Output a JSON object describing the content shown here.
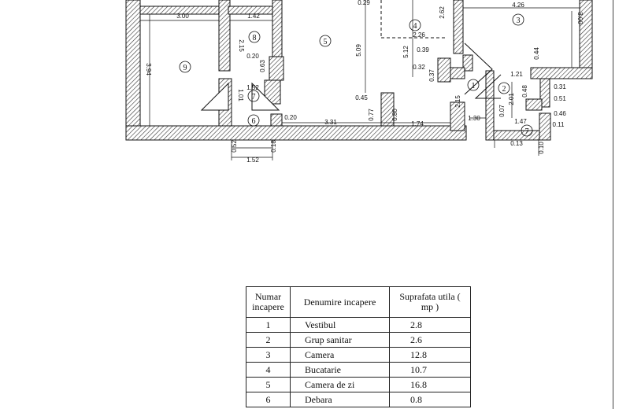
{
  "plan": {
    "rooms": [
      "1",
      "2",
      "3",
      "4",
      "5",
      "6",
      "7",
      "7",
      "8",
      "9"
    ],
    "dimensions": [
      "3.00",
      "1.42",
      "0.29",
      "2.62",
      "4.26",
      "3.00",
      "2.15",
      "0.20",
      "0.63",
      "5.09",
      "5.12",
      "2.26",
      "0.39",
      "0.32",
      "0.37",
      "0.44",
      "1.21",
      "3.94",
      "1.52",
      "1.01",
      "0.45",
      "0.77",
      "0.80",
      "2.15",
      "1.30",
      "2.01",
      "0.48",
      "0.31",
      "0.51",
      "0.46",
      "0.07",
      "1.47",
      "0.11",
      "0.20",
      "3.31",
      "1.74",
      "0.13",
      "0.10",
      "0.52",
      "0.18",
      "1.52"
    ]
  },
  "table": {
    "headers": [
      "Numar incapere",
      "Denumire incapere",
      "Suprafata utila ( mp )"
    ],
    "rows": [
      {
        "num": "1",
        "name": "Vestibul",
        "area": "2.8"
      },
      {
        "num": "2",
        "name": "Grup sanitar",
        "area": "2.6"
      },
      {
        "num": "3",
        "name": "Camera",
        "area": "12.8"
      },
      {
        "num": "4",
        "name": "Bucatarie",
        "area": "10.7"
      },
      {
        "num": "5",
        "name": "Camera de zi",
        "area": "16.8"
      },
      {
        "num": "6",
        "name": "Debara",
        "area": "0.8"
      }
    ]
  }
}
